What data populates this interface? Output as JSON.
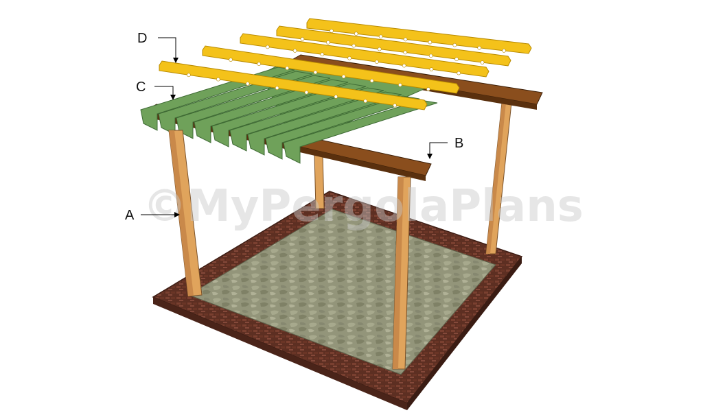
{
  "watermark": "©MyPergolaPlans",
  "callouts": [
    {
      "id": "A",
      "label": "A"
    },
    {
      "id": "B",
      "label": "B"
    },
    {
      "id": "C",
      "label": "C"
    },
    {
      "id": "D",
      "label": "D"
    }
  ],
  "colors": {
    "post": "#e0a45c",
    "post_shade": "#c9894a",
    "beam": "#6b3a12",
    "beam_top": "#8a4e1d",
    "rafter": "#6fa15a",
    "rafter_edge": "#3f6b35",
    "slat": "#f4c21a",
    "slat_edge": "#b88a00",
    "paving": "#8f9170",
    "brick": "#6e3a2a"
  }
}
